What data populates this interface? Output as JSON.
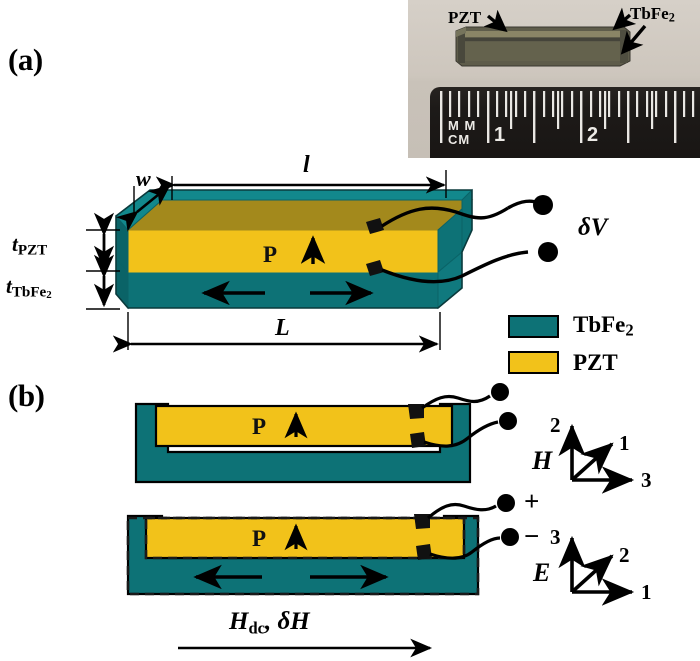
{
  "figure": {
    "panels": [
      {
        "id": "a",
        "label": "(a)"
      },
      {
        "id": "b",
        "label": "(b)"
      }
    ]
  },
  "inset_photo": {
    "alt": "photograph of laminate sample next to ruler",
    "annotations": [
      {
        "name": "pzt-callout",
        "text": "PZT"
      },
      {
        "name": "tbfe2-callout",
        "text": "TbFe2",
        "base": "TbFe",
        "sub": "2"
      }
    ],
    "ruler": {
      "unit_labels": [
        "M M",
        "CM"
      ],
      "unit_line1": "M M",
      "unit_line2": "CM",
      "numbers": [
        "1",
        "2"
      ]
    }
  },
  "panel_a": {
    "label": "(a)",
    "dimensions": {
      "width_label": "w",
      "length_top_label": "l",
      "length_bottom_label": "L",
      "thickness_pzt": {
        "base": "t",
        "sub": "PZT"
      },
      "thickness_tbfe2": {
        "base": "t",
        "sub": "TbFe",
        "sub2": "2"
      }
    },
    "polarization_label": "P",
    "output_label": "δV",
    "magnetostriction_arrows": [
      "left",
      "right"
    ]
  },
  "panel_b": {
    "label": "(b)",
    "top_state": {
      "polarization_label": "P"
    },
    "bottom_state": {
      "polarization_label": "P",
      "terminal_plus": "+",
      "terminal_minus": "−"
    },
    "field_label": {
      "base": "H",
      "sub": "dc",
      "rest": ", δH"
    },
    "field_label_plain": "Hdc, δH",
    "axes": [
      {
        "name": "magnetic-field-axes",
        "symbol": "H",
        "vertical": "2",
        "diagonal": "1",
        "horizontal": "3"
      },
      {
        "name": "electric-field-axes",
        "symbol": "E",
        "vertical": "3",
        "diagonal": "2",
        "horizontal": "1"
      }
    ]
  },
  "legend": {
    "items": [
      {
        "name": "tbfe2",
        "label": "TbFe2",
        "base": "TbFe",
        "sub": "2",
        "color": "#0D7276"
      },
      {
        "name": "pzt",
        "label": "PZT",
        "base": "PZT",
        "sub": "",
        "color": "#F2C21A"
      }
    ]
  },
  "colors": {
    "tbfe2_front": "#0D7276",
    "tbfe2_top": "#12888C",
    "pzt_front": "#F2C21A",
    "pzt_top": "#A3891C",
    "pzt_side": "#E0B018",
    "outline": "#000000",
    "background": "#FFFFFF"
  }
}
